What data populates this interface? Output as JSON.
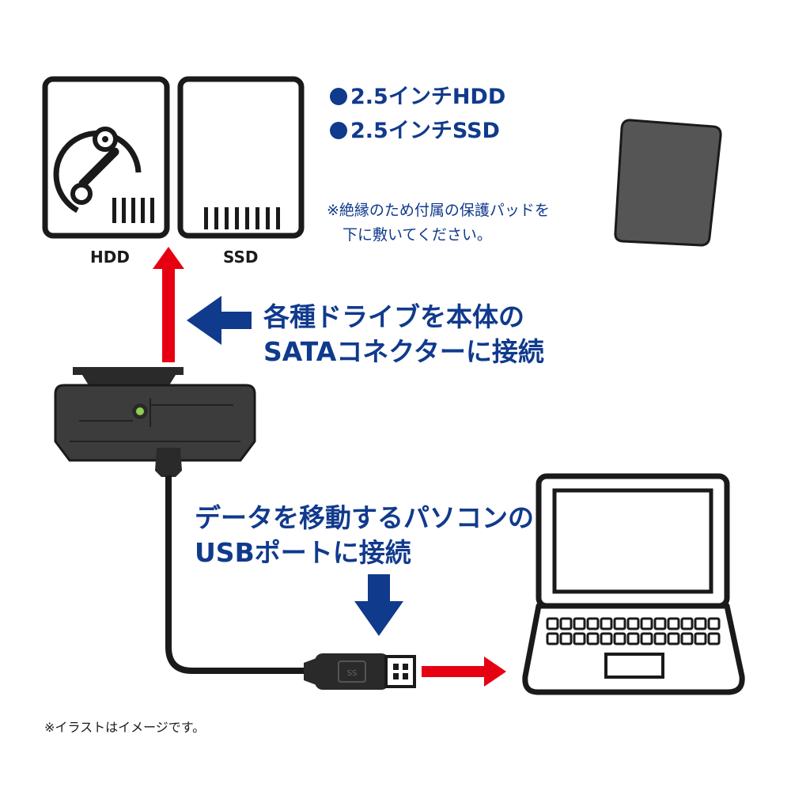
{
  "drives": {
    "hdd_label": "HDD",
    "ssd_label": "SSD"
  },
  "specs": {
    "item1": "2.5インチHDD",
    "item2": "2.5インチSSD"
  },
  "note": {
    "line1": "※絶縁のため付属の保護パッドを",
    "line2": "下に敷いてください。"
  },
  "callout_sata": {
    "line1": "各種ドライブを本体の",
    "line2": "SATAコネクターに接続"
  },
  "callout_usb": {
    "line1": "データを移動するパソコンの",
    "line2": "USBポートに接続"
  },
  "footnote": "※イラストはイメージです。",
  "colors": {
    "accent_blue": "#103a8c",
    "arrow_red": "#e60012",
    "outline": "#1a1a1a",
    "led_green": "#8fd14f"
  },
  "icons": [
    "hdd-icon",
    "ssd-icon",
    "protective-pad",
    "sata-adapter",
    "usb-plug",
    "laptop-icon"
  ]
}
